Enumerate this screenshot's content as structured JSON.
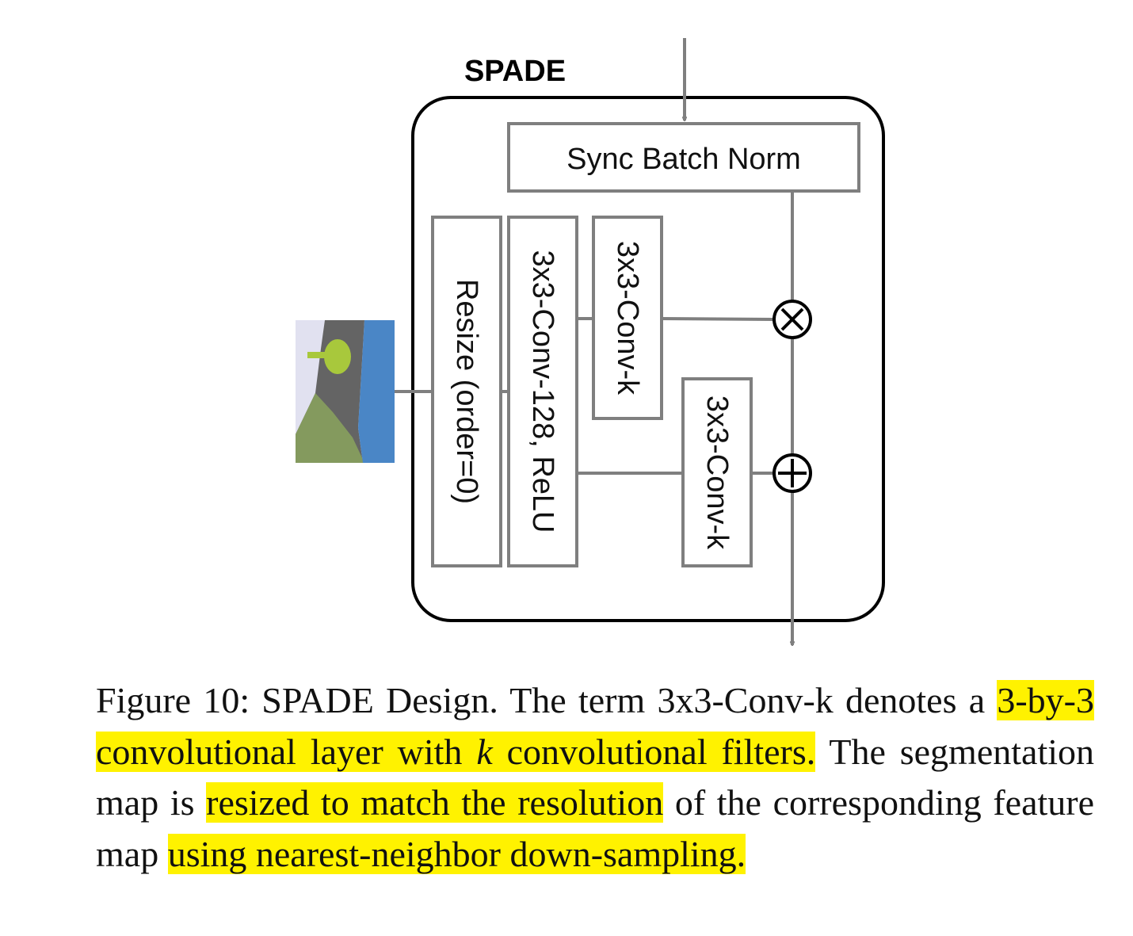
{
  "figure": {
    "title": "SPADE",
    "blocks": {
      "sync_batch_norm": "Sync Batch Norm",
      "resize": "Resize (order=0)",
      "conv128": "3x3-Conv-128, ReLU",
      "conv_k_gamma": "3x3-Conv-k",
      "conv_k_beta": "3x3-Conv-k"
    },
    "operators": {
      "multiply": "⊗",
      "add": "⊕"
    },
    "segmentation_map_colors": {
      "sky": "#e1e1f0",
      "road": "#646464",
      "water": "#4a86c6",
      "grass": "#849a5e",
      "tree": "#a8c83c"
    },
    "colors": {
      "wire": "#7f7f7f",
      "frame": "#000000",
      "highlight": "#fff200"
    }
  },
  "caption": {
    "lead": "Figure 10: SPADE Design. The term 3x3-Conv-k denotes a",
    "hl1_pre": "3-by-3 convolutional layer with",
    "hl1_var": "k",
    "hl1_post": "convolutional filters.",
    "mid1": "The segmentation map is",
    "hl2": "resized to match the resolution",
    "mid2": "of the corresponding feature map",
    "hl3": "using nearest-neighbor down-sampling."
  }
}
